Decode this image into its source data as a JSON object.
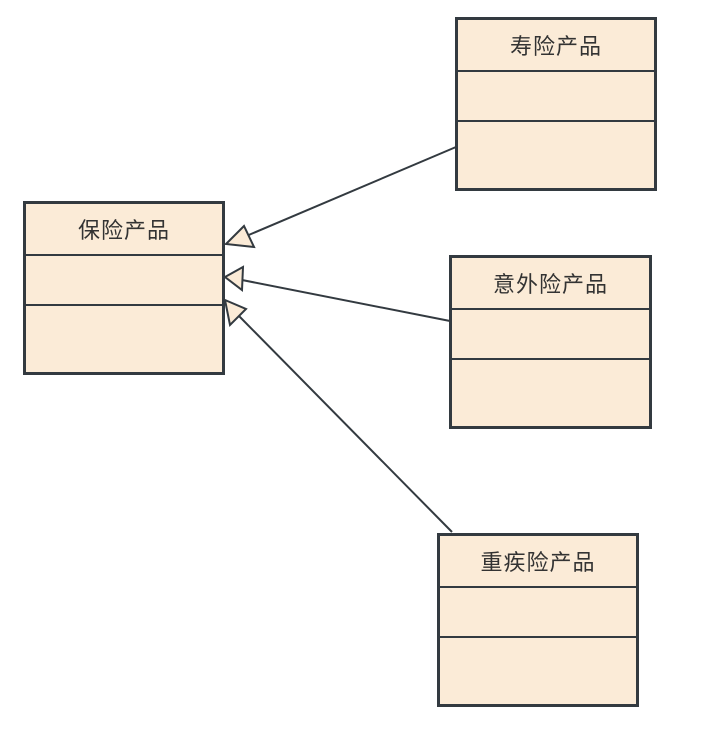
{
  "diagram": {
    "parent": {
      "name": "保险产品"
    },
    "children": [
      {
        "name": "寿险产品"
      },
      {
        "name": "意外险产品"
      },
      {
        "name": "重疾险产品"
      }
    ]
  },
  "colors": {
    "box_fill": "#fbebd7",
    "box_border": "#333a40",
    "line": "#333a40",
    "text": "#333333"
  }
}
